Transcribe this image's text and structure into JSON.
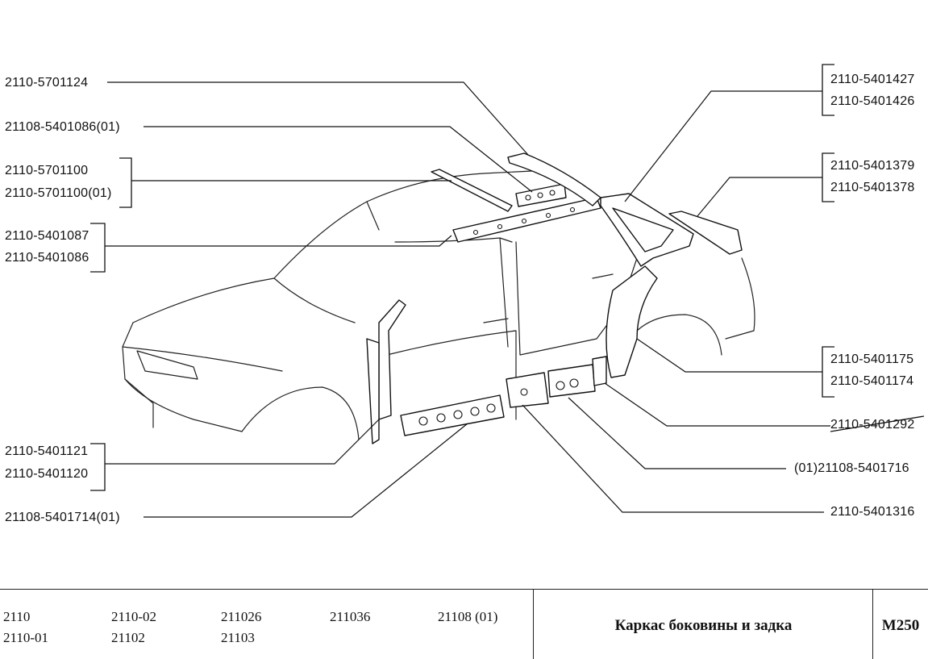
{
  "labels": {
    "p_5701124": "2110-5701124",
    "p_5401086_01": "21108-5401086(01)",
    "p_5701100": "2110-5701100",
    "p_5701100_01": "2110-5701100(01)",
    "p_5401087": "2110-5401087",
    "p_5401086": "2110-5401086",
    "p_5401121": "2110-5401121",
    "p_5401120": "2110-5401120",
    "p_5401714_01": "21108-5401714(01)",
    "p_5401427": "2110-5401427",
    "p_5401426": "2110-5401426",
    "p_5401379": "2110-5401379",
    "p_5401378": "2110-5401378",
    "p_5401175": "2110-5401175",
    "p_5401174": "2110-5401174",
    "p_5401292": "2110-5401292",
    "p_5401716_01": "(01)21108-5401716",
    "p_5401316": "2110-5401316"
  },
  "footer": {
    "models": [
      "2110",
      "2110-02",
      "211026",
      "211036",
      "21108 (01)",
      "2110-01",
      "21102",
      "21103"
    ],
    "title": "Каркас боковины и задка",
    "code": "М250"
  }
}
